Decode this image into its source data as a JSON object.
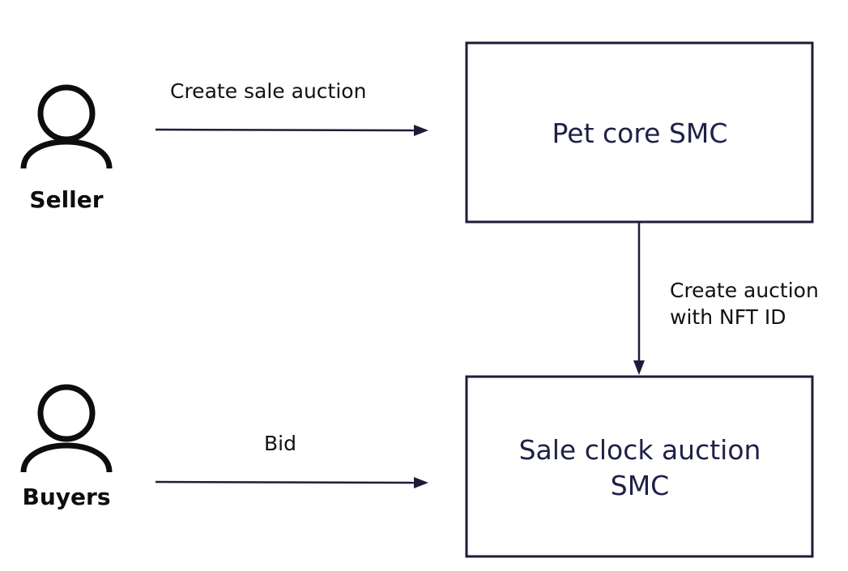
{
  "actors": {
    "seller": {
      "label": "Seller",
      "icon": "person-icon"
    },
    "buyers": {
      "label": "Buyers",
      "icon": "person-icon"
    }
  },
  "nodes": {
    "pet_core": {
      "lines": [
        "Pet core SMC"
      ]
    },
    "sale_clock": {
      "lines": [
        "Sale clock auction",
        "SMC"
      ]
    }
  },
  "edges": {
    "create_sale": {
      "from": "Seller",
      "to": "Pet core SMC",
      "lines": [
        "Create sale auction"
      ]
    },
    "create_auction": {
      "from": "Pet core SMC",
      "to": "Sale clock auction SMC",
      "lines": [
        "Create auction",
        "with NFT ID"
      ]
    },
    "bid": {
      "from": "Buyers",
      "to": "Sale clock auction SMC",
      "lines": [
        "Bid"
      ]
    }
  },
  "colors": {
    "line": "#1c1c3a",
    "box_text": "#1f1f48",
    "actor": "#0d0d0d"
  }
}
